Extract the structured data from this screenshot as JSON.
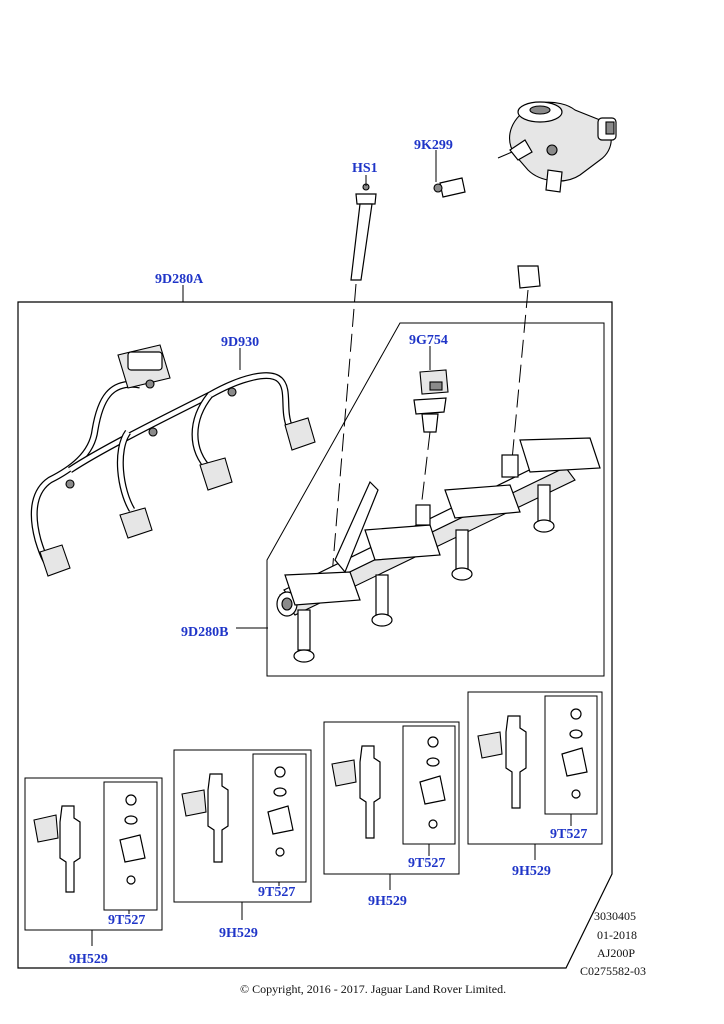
{
  "labels": {
    "hs1": "HS1",
    "k299": "9K299",
    "d280a": "9D280A",
    "d930": "9D930",
    "g754": "9G754",
    "d280b": "9D280B",
    "t527_1": "9T527",
    "h529_1": "9H529",
    "t527_2": "9T527",
    "h529_2": "9H529",
    "t527_3": "9T527",
    "h529_3": "9H529",
    "t527_4": "9T527",
    "h529_4": "9H529"
  },
  "meta": {
    "line1": "3030405",
    "line2": "01-2018",
    "line3": "AJ200P",
    "line4": "C0275582-03"
  },
  "copyright": "© Copyright, 2016 - 2017. Jaguar Land Rover Limited.",
  "colors": {
    "label": "#1f35c8",
    "line": "#000000"
  }
}
